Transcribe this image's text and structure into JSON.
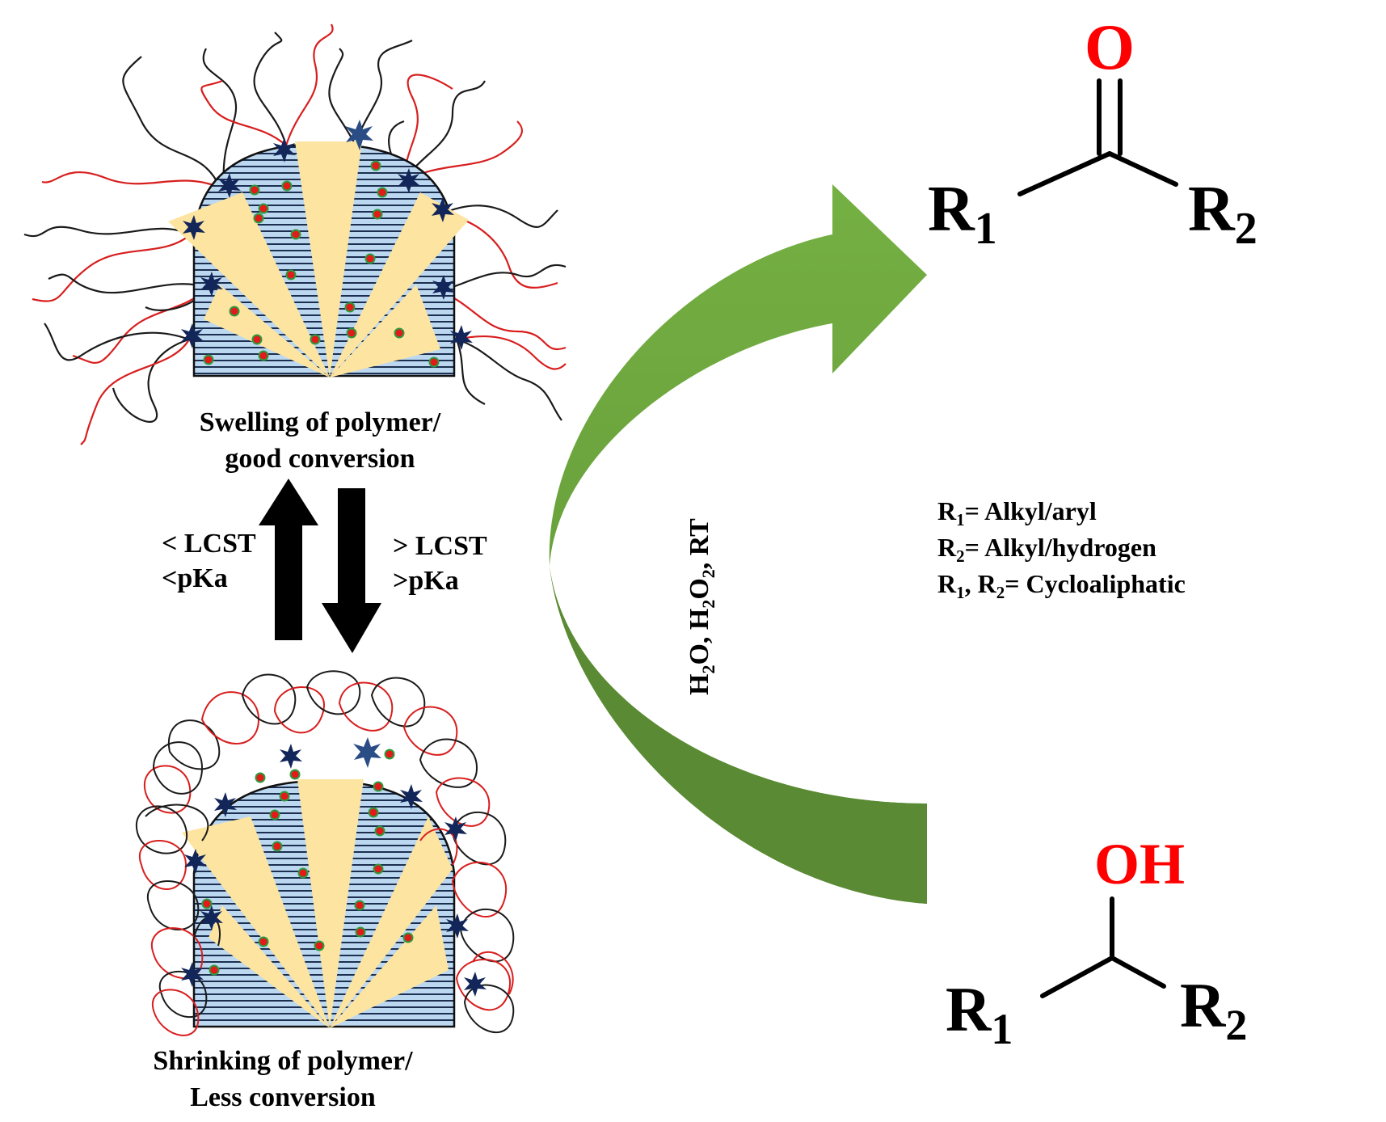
{
  "top_state": {
    "caption_line1": "Swelling of polymer/",
    "caption_line2": "good conversion"
  },
  "bottom_state": {
    "caption_line1": "Shrinking of polymer/",
    "caption_line2": "Less conversion"
  },
  "left_condition": {
    "line1": "< LCST",
    "line2": "<pKa"
  },
  "right_condition": {
    "line1": "> LCST",
    "line2": ">pKa"
  },
  "reagents": {
    "p1": "H",
    "s1": "2",
    "p2": "O, H",
    "s2": "2",
    "p3": "O",
    "s3": "2",
    "p4": ", RT"
  },
  "product": {
    "atom_o": "O",
    "r1": "R",
    "r1_sub": "1",
    "r2": "R",
    "r2_sub": "2"
  },
  "reactant": {
    "group_oh": "OH",
    "r1": "R",
    "r1_sub": "1",
    "r2": "R",
    "r2_sub": "2"
  },
  "definitions": [
    {
      "r": "R",
      "sub": "1",
      "rest": "= Alkyl/aryl"
    },
    {
      "r": "R",
      "sub": "2",
      "rest": "= Alkyl/hydrogen"
    },
    {
      "r": "R",
      "sub": "1",
      "mid": ", R",
      "sub2": "2",
      "rest": "= Cycloaliphatic"
    }
  ],
  "colors": {
    "oxygen_red": "#ff0000",
    "arrow_green_light": "#75b043",
    "arrow_green_dark": "#5c8a34",
    "cone_yellow": "#fde4a0",
    "particle_blue": "#bcd8f1",
    "star_navy": "#12265a",
    "chain_red": "#d81e1e",
    "chain_black": "#1a1a1a"
  }
}
